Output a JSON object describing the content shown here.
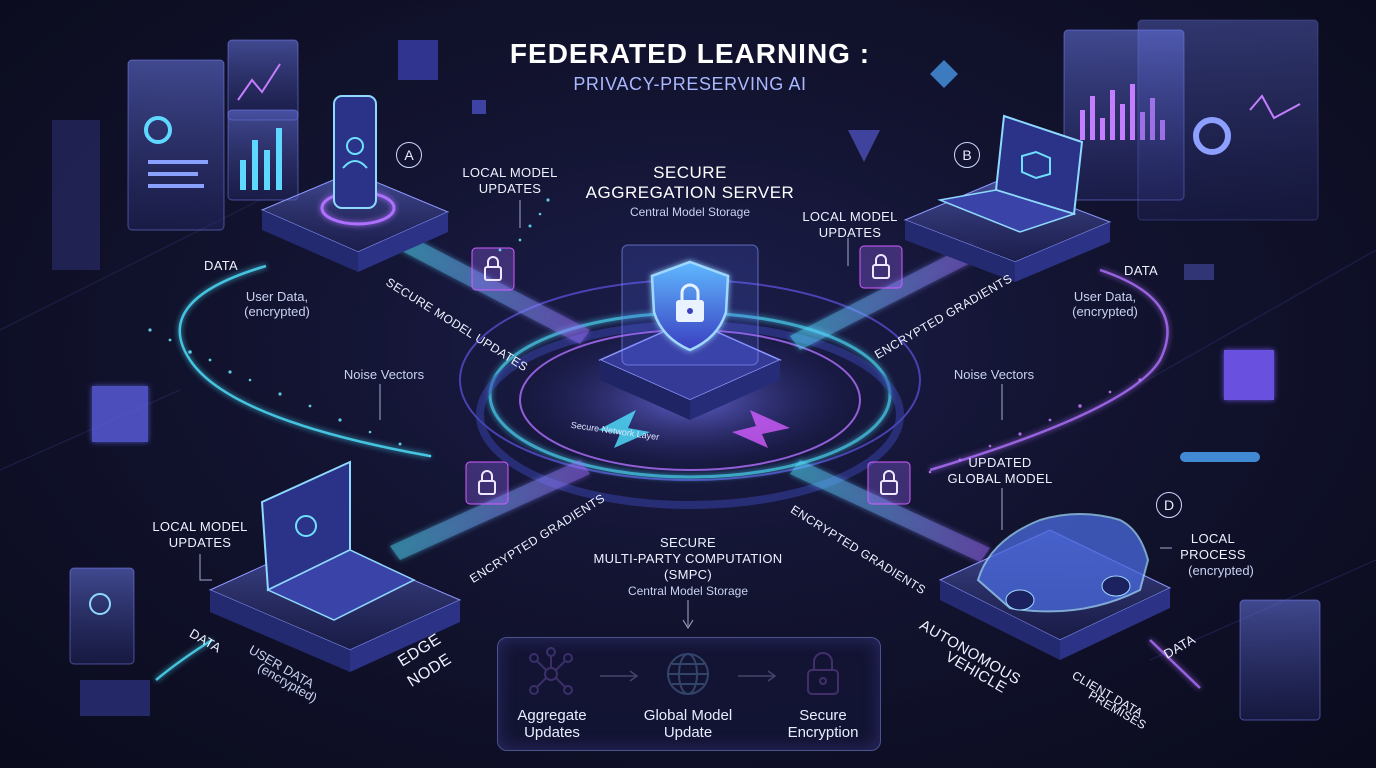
{
  "header": {
    "title": "FEDERATED LEARNING :",
    "subtitle": "PRIVACY-PRESERVING AI"
  },
  "server": {
    "title_line1": "SECURE",
    "title_line2": "AGGREGATION SERVER",
    "subtitle": "Central Model Storage",
    "ring_label": "Secure Network Layer"
  },
  "smpc": {
    "line1": "SECURE",
    "line2": "MULTI-PARTY COMPUTATION",
    "line3": "(SMPC)",
    "storage": "Central Model Storage"
  },
  "nodes": {
    "a": {
      "badge": "A",
      "updates_line1": "LOCAL MODEL",
      "updates_line2": "UPDATES",
      "data_label": "DATA",
      "user_data_line1": "User Data,",
      "user_data_line2": "(encrypted)",
      "flow_label": "SECURE MODEL UPDATES",
      "noise": "Noise Vectors"
    },
    "b": {
      "badge": "B",
      "updates_line1": "LOCAL MODEL",
      "updates_line2": "UPDATES",
      "data_label": "DATA",
      "user_data_line1": "User Data,",
      "user_data_line2": "(encrypted)",
      "flow_label": "ENCRYPTED GRADIENTS",
      "noise": "Noise Vectors"
    },
    "c": {
      "updates_line1": "LOCAL MODEL",
      "updates_line2": "UPDATES",
      "data_label": "DATA",
      "user_data_line1": "USER DATA",
      "user_data_line2": "(encrypted)",
      "flow_label": "ENCRYPTED GRADIENTS",
      "node_name_line1": "EDGE",
      "node_name_line2": "NODE"
    },
    "d": {
      "badge": "D",
      "global_line1": "UPDATED",
      "global_line2": "GLOBAL MODEL",
      "local_line1": "LOCAL",
      "local_line2": "PROCESS",
      "local_line3": "(encrypted)",
      "flow_label": "ENCRYPTED GRADIENTS",
      "node_name_line1": "AUTONOMOUS",
      "node_name_line2": "VEHICLE",
      "premises_line1": "CLIENT DATA",
      "premises_line2": "PREMISES",
      "data_label": "DATA"
    }
  },
  "pipeline": {
    "steps": [
      {
        "line1": "Aggregate",
        "line2": "Updates",
        "icon": "network-hub-icon"
      },
      {
        "line1": "Global Model",
        "line2": "Update",
        "icon": "globe-icon"
      },
      {
        "line1": "Secure",
        "line2": "Encryption",
        "icon": "lock-icon"
      }
    ]
  },
  "colors": {
    "cyan": "#4fe3ff",
    "violet": "#a06bff",
    "magenta": "#d35cff",
    "glass": "#3b4aa8",
    "background": "#12132f"
  }
}
